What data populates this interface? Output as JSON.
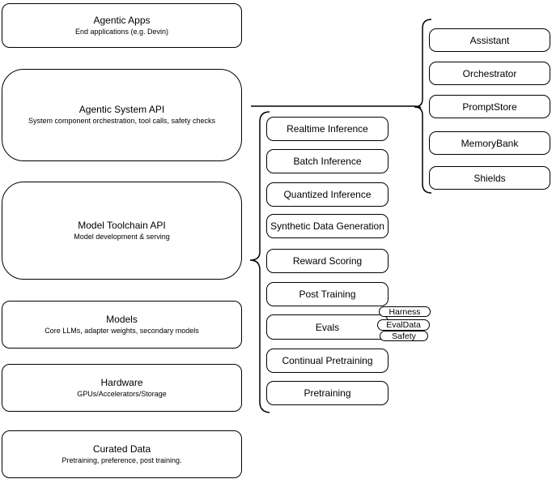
{
  "left_stack": [
    {
      "title": "Agentic Apps",
      "subtitle": "End applications (e.g. Devin)"
    },
    {
      "title": "Agentic System API",
      "subtitle": "System component orchestration, tool calls, safety checks"
    },
    {
      "title": "Model Toolchain API",
      "subtitle": "Model development & serving"
    },
    {
      "title": "Models",
      "subtitle": "Core LLMs, adapter weights, secondary models"
    },
    {
      "title": "Hardware",
      "subtitle": "GPUs/Accelerators/Storage"
    },
    {
      "title": "Curated Data",
      "subtitle": "Pretraining, preference, post training."
    }
  ],
  "toolchain_items": [
    "Realtime Inference",
    "Batch Inference",
    "Quantized Inference",
    "Synthetic Data Generation",
    "Reward Scoring",
    "Post Training",
    "Evals",
    "Continual Pretraining",
    "Pretraining"
  ],
  "eval_tags": [
    "Harness",
    "EvalData",
    "Safety"
  ],
  "system_components": [
    "Assistant",
    "Orchestrator",
    "PromptStore",
    "MemoryBank",
    "Shields"
  ],
  "colors": {
    "stroke": "#000000",
    "background": "#ffffff",
    "text": "#000000"
  }
}
